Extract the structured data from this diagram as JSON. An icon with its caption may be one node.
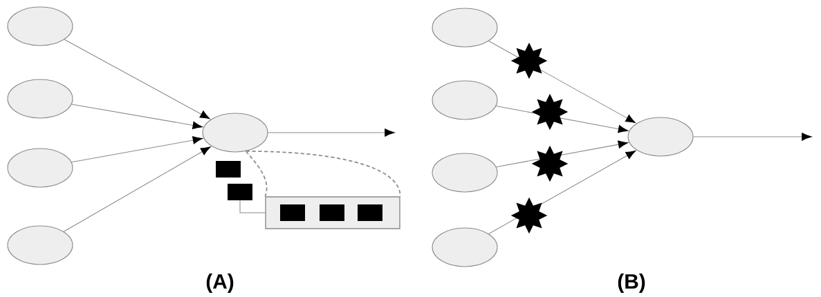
{
  "diagram": {
    "nodes": [
      {
        "text": [],
        "shape": "circle"
      },
      {
        "text": [],
        "shape": "circle"
      },
      {
        "text": [],
        "shape": "circle"
      },
      {
        "text": [],
        "shape": "circle"
      },
      {
        "text": [],
        "shape": "circle"
      },
      {
        "text": [],
        "shape": "circle"
      },
      {
        "text": [],
        "shape": "circle"
      },
      {
        "text": [],
        "shape": "circle"
      },
      {
        "text": [],
        "shape": "circle"
      },
      {
        "text": [],
        "shape": "circle"
      },
      {
        "text": [],
        "shape": "box"
      },
      {
        "text": [],
        "shape": "box"
      },
      {
        "text": [],
        "shape": "box"
      },
      {
        "text": [],
        "shape": "box",
        "in": 10
      },
      {
        "text": [],
        "shape": "box",
        "in": 10
      },
      {
        "text": [],
        "shape": "box",
        "in": 10
      }
    ],
    "edges": [
      {
        "from": 0,
        "to": 4,
        "arrow": "to"
      },
      {
        "from": 1,
        "to": 4,
        "arrow": "to"
      },
      {
        "from": 2,
        "to": 4,
        "arrow": "to"
      },
      {
        "from": 3,
        "to": 4,
        "arrow": "to"
      },
      {
        "from": 4,
        "to": null,
        "arrow": "to"
      },
      {
        "from": 4,
        "to": 10,
        "arrow": "none",
        "style": "dashed"
      },
      {
        "from": 4,
        "to": 10,
        "arrow": "none",
        "style": "dashed"
      },
      {
        "from": 12,
        "to": 10,
        "arrow": "none"
      },
      {
        "from": 5,
        "to": 9,
        "arrow": "to"
      },
      {
        "from": 6,
        "to": 9,
        "arrow": "to"
      },
      {
        "from": 7,
        "to": 9,
        "arrow": "to"
      },
      {
        "from": 8,
        "to": 9,
        "arrow": "to"
      },
      {
        "from": 9,
        "to": null,
        "arrow": "to"
      }
    ],
    "labels": [
      "(A)",
      "(B)"
    ]
  }
}
